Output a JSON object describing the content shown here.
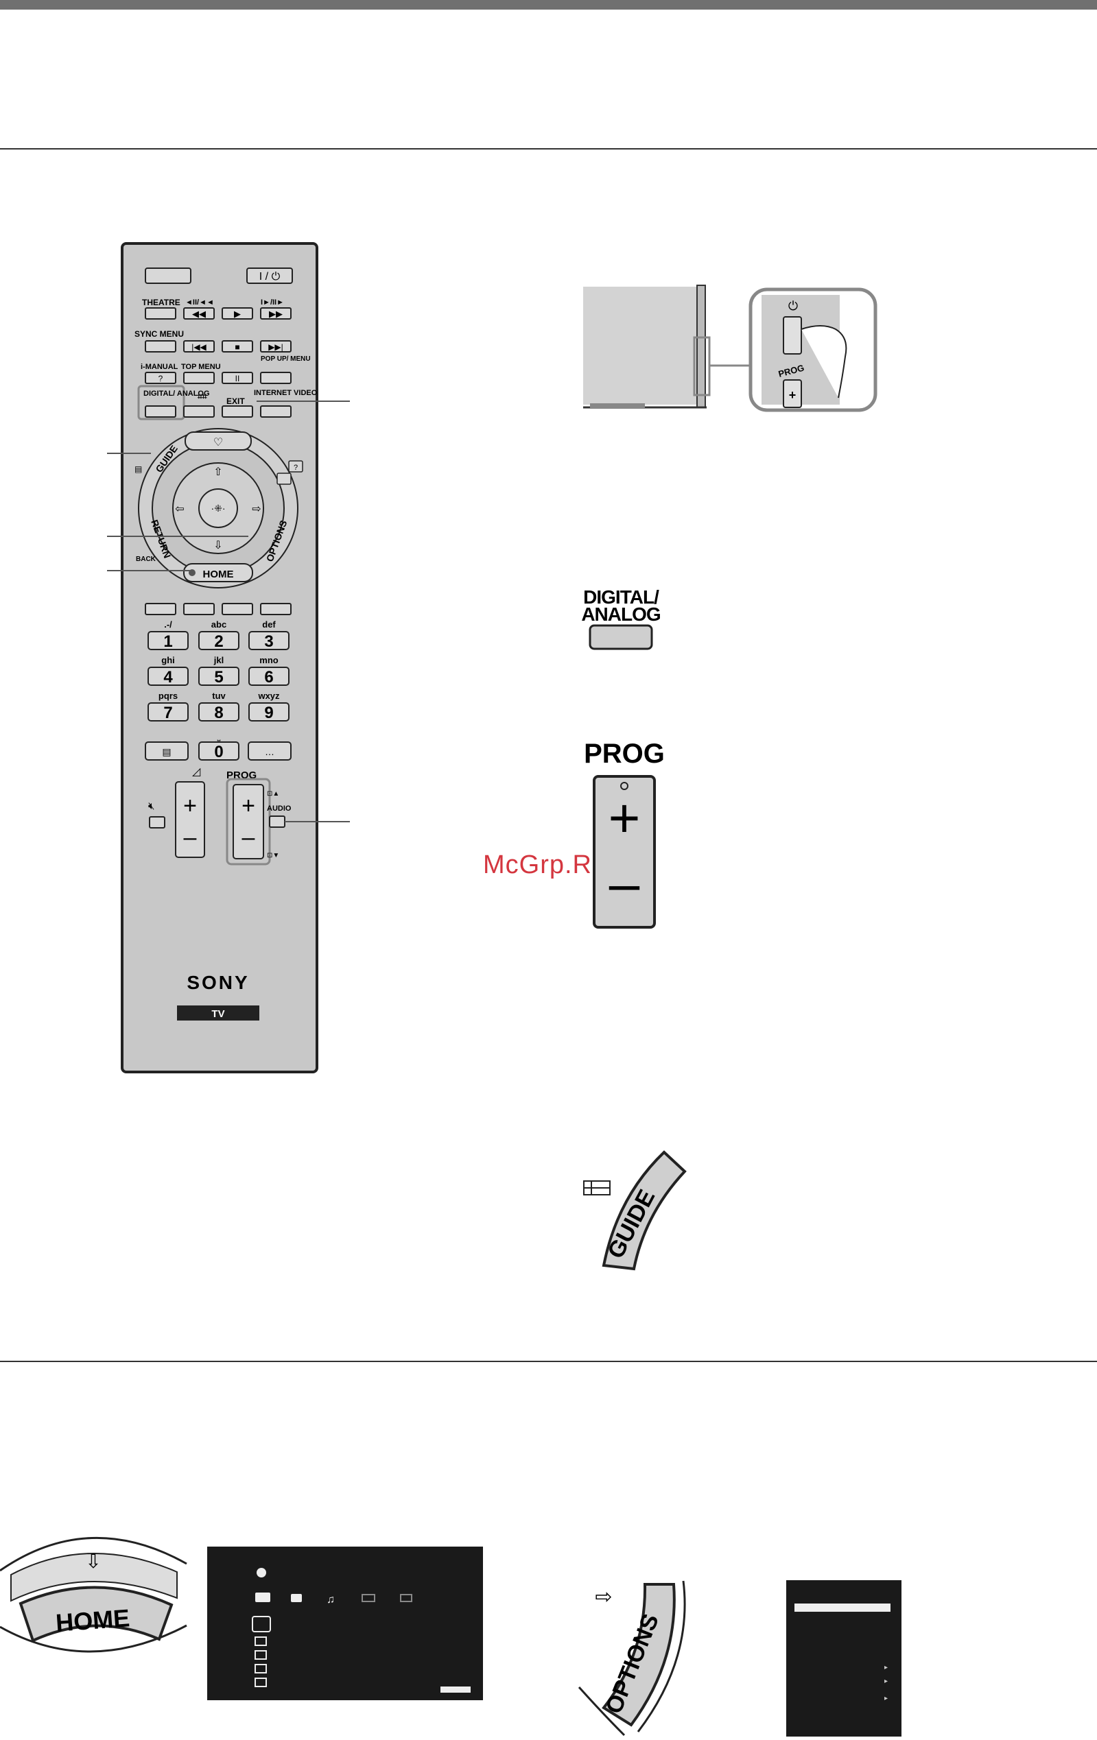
{
  "watermark": "McGrp.Ru",
  "remote": {
    "brand": "SONY",
    "tv_label": "TV",
    "row_theatre": [
      "THEATRE",
      "◄II/◄◄",
      "I►/II►"
    ],
    "row_sync": [
      "SYNC MENU"
    ],
    "row_imanual": [
      "i-MANUAL",
      "TOP MENU",
      "POP UP/ MENU",
      "?"
    ],
    "digital_analog": "DIGITAL/ ANALOG",
    "exit": "EXIT",
    "internet_video": "INTERNET VIDEO",
    "guide": "GUIDE",
    "return": "RETURN",
    "back": "BACK",
    "options": "OPTIONS",
    "home": "HOME",
    "number_letters": [
      ".-/",
      "abc",
      "def",
      "ghi",
      "jkl",
      "mno",
      "pqrs",
      "tuv",
      "wxyz"
    ],
    "numbers": [
      "1",
      "2",
      "3",
      "4",
      "5",
      "6",
      "7",
      "8",
      "9",
      "0"
    ],
    "prog": "PROG",
    "audio": "AUDIO",
    "plus": "+",
    "minus": "–"
  },
  "illustrations": {
    "tv_prog": "PROG",
    "digital_analog_line1": "DIGITAL/",
    "digital_analog_line2": "ANALOG",
    "prog_label": "PROG",
    "prog_plus": "+",
    "prog_minus": "–",
    "guide_label": "GUIDE",
    "home_label": "HOME",
    "options_label": "OPTIONS"
  }
}
